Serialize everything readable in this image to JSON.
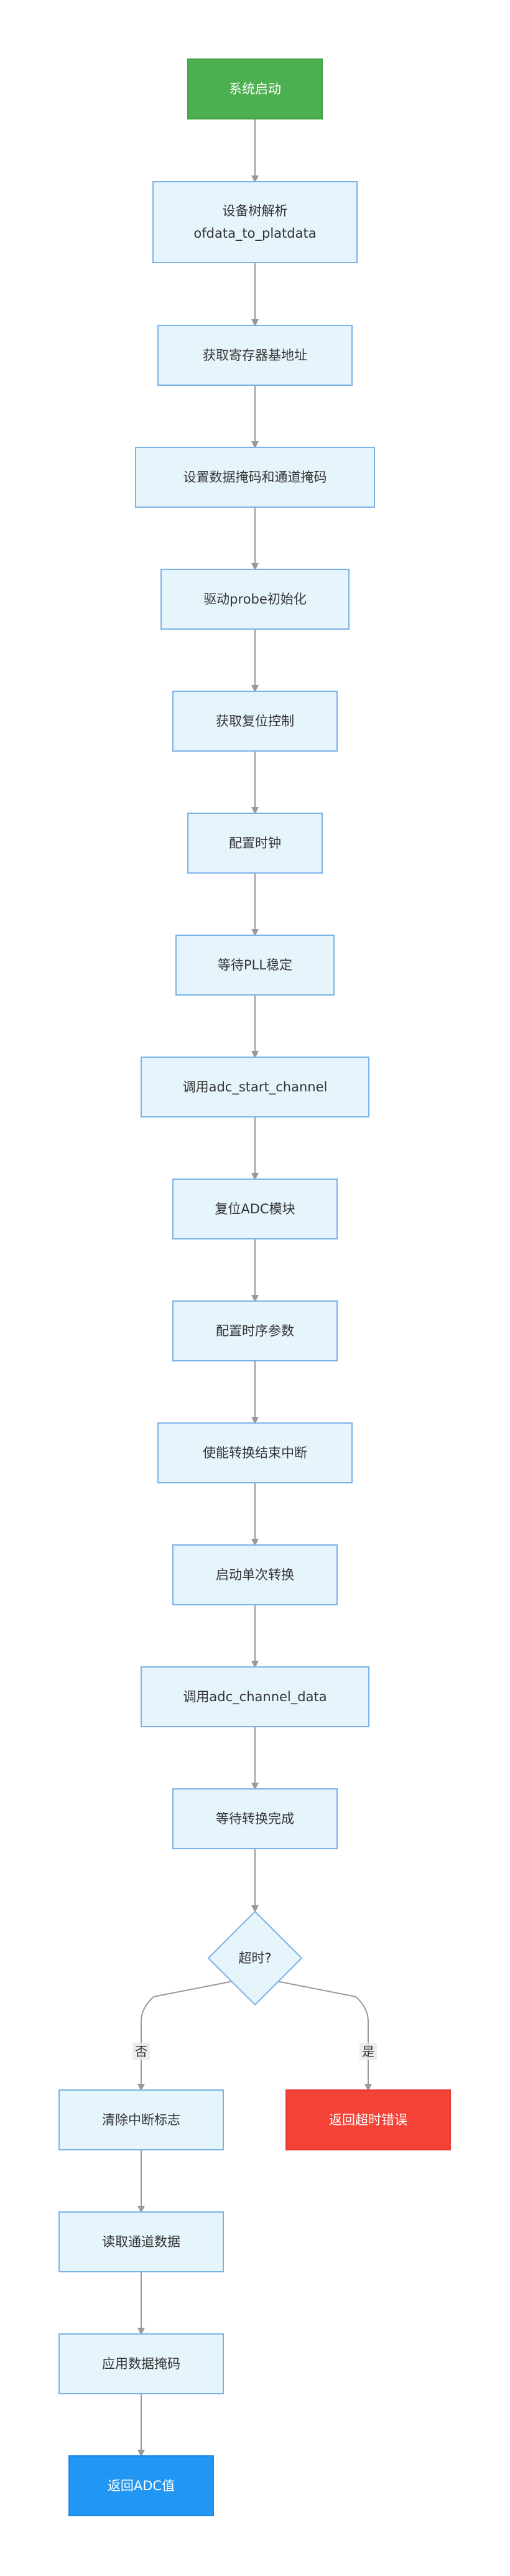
{
  "colors": {
    "default_fill": "#e6f4fb",
    "default_stroke": "#7bb2e8",
    "default_text": "#333333",
    "start_fill": "#4caf50",
    "start_stroke": "#43a047",
    "timeout_fill": "#f44336",
    "timeout_stroke": "#e53935",
    "return_fill": "#2196f3",
    "return_stroke": "#1e88e5",
    "light_text": "#ffffff",
    "edge": "#999999",
    "edge_label_bg": "#e8e8e8"
  },
  "flowchart": {
    "nodes": [
      {
        "id": "start",
        "label": "系统启动",
        "shape": "rect",
        "style": "start"
      },
      {
        "id": "dt",
        "label": "设备树解析\nofdata_to_platdata",
        "shape": "rect",
        "style": "default"
      },
      {
        "id": "base",
        "label": "获取寄存器基地址",
        "shape": "rect",
        "style": "default"
      },
      {
        "id": "mask",
        "label": "设置数据掩码和通道掩码",
        "shape": "rect",
        "style": "default"
      },
      {
        "id": "probe",
        "label": "驱动probe初始化",
        "shape": "rect",
        "style": "default"
      },
      {
        "id": "reset",
        "label": "获取复位控制",
        "shape": "rect",
        "style": "default"
      },
      {
        "id": "clock",
        "label": "配置时钟",
        "shape": "rect",
        "style": "default"
      },
      {
        "id": "pll",
        "label": "等待PLL稳定",
        "shape": "rect",
        "style": "default"
      },
      {
        "id": "startch",
        "label": "调用adc_start_channel",
        "shape": "rect",
        "style": "default"
      },
      {
        "id": "rstadc",
        "label": "复位ADC模块",
        "shape": "rect",
        "style": "default"
      },
      {
        "id": "timing",
        "label": "配置时序参数",
        "shape": "rect",
        "style": "default"
      },
      {
        "id": "irq",
        "label": "使能转换结束中断",
        "shape": "rect",
        "style": "default"
      },
      {
        "id": "single",
        "label": "启动单次转换",
        "shape": "rect",
        "style": "default"
      },
      {
        "id": "chdata",
        "label": "调用adc_channel_data",
        "shape": "rect",
        "style": "default"
      },
      {
        "id": "wait",
        "label": "等待转换完成",
        "shape": "rect",
        "style": "default"
      },
      {
        "id": "timeout",
        "label": "超时?",
        "shape": "diamond",
        "style": "default"
      },
      {
        "id": "clear",
        "label": "清除中断标志",
        "shape": "rect",
        "style": "default"
      },
      {
        "id": "err",
        "label": "返回超时错误",
        "shape": "rect",
        "style": "timeout"
      },
      {
        "id": "read",
        "label": "读取通道数据",
        "shape": "rect",
        "style": "default"
      },
      {
        "id": "apply",
        "label": "应用数据掩码",
        "shape": "rect",
        "style": "default"
      },
      {
        "id": "ret",
        "label": "返回ADC值",
        "shape": "rect",
        "style": "return"
      }
    ],
    "edges": [
      {
        "from": "start",
        "to": "dt",
        "label": ""
      },
      {
        "from": "dt",
        "to": "base",
        "label": ""
      },
      {
        "from": "base",
        "to": "mask",
        "label": ""
      },
      {
        "from": "mask",
        "to": "probe",
        "label": ""
      },
      {
        "from": "probe",
        "to": "reset",
        "label": ""
      },
      {
        "from": "reset",
        "to": "clock",
        "label": ""
      },
      {
        "from": "clock",
        "to": "pll",
        "label": ""
      },
      {
        "from": "pll",
        "to": "startch",
        "label": ""
      },
      {
        "from": "startch",
        "to": "rstadc",
        "label": ""
      },
      {
        "from": "rstadc",
        "to": "timing",
        "label": ""
      },
      {
        "from": "timing",
        "to": "irq",
        "label": ""
      },
      {
        "from": "irq",
        "to": "single",
        "label": ""
      },
      {
        "from": "single",
        "to": "chdata",
        "label": ""
      },
      {
        "from": "chdata",
        "to": "wait",
        "label": ""
      },
      {
        "from": "wait",
        "to": "timeout",
        "label": ""
      },
      {
        "from": "timeout",
        "to": "clear",
        "label": "否"
      },
      {
        "from": "timeout",
        "to": "err",
        "label": "是"
      },
      {
        "from": "clear",
        "to": "read",
        "label": ""
      },
      {
        "from": "read",
        "to": "apply",
        "label": ""
      },
      {
        "from": "apply",
        "to": "ret",
        "label": ""
      }
    ]
  }
}
